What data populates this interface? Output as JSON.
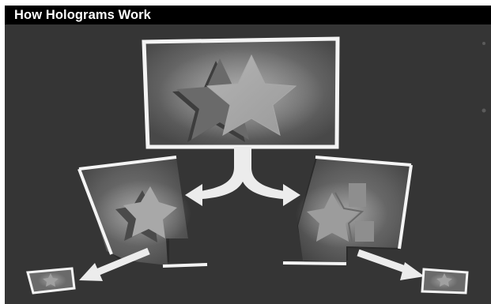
{
  "header": {
    "title": "How Holograms Work"
  },
  "colors": {
    "header_bg": "#000000",
    "header_text": "#ffffff",
    "panel_bg": "#353535",
    "frame_stroke": "#f4f4f4",
    "arrow_fill": "#ececec"
  },
  "illustration": {
    "main_image": "star-icon",
    "views": [
      "left-angle-view",
      "right-angle-view"
    ],
    "fragments": [
      "small-left-fragment",
      "small-right-fragment"
    ]
  }
}
